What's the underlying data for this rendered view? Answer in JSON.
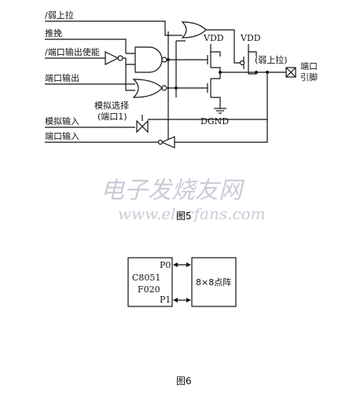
{
  "figure_top": {
    "inputs": {
      "weak_pullup": "/弱上拉",
      "push_pull": "推挽",
      "port_output_enable": "/端口输出使能",
      "port_output": "端口输出",
      "analog_input": "模拟输入",
      "port_input": "端口输入"
    },
    "analog_select_line1": "模拟选择",
    "analog_select_line2": "(端口1)",
    "vdd_left": "VDD",
    "vdd_right": "VDD",
    "weak_pullup_fet": "(弱上拉)",
    "dgnd": "DGND",
    "pin_label_line1": "端口",
    "pin_label_line2": "引脚",
    "caption": "图5"
  },
  "watermark": {
    "chinese": "电子发烧友网",
    "url": "www.elecfans.com"
  },
  "figure_bottom": {
    "mcu_line1": "C8051",
    "mcu_line2": "F020",
    "port_p0": "P0",
    "port_p1": "P1",
    "matrix_label": "8×8点阵",
    "caption": "图6"
  }
}
